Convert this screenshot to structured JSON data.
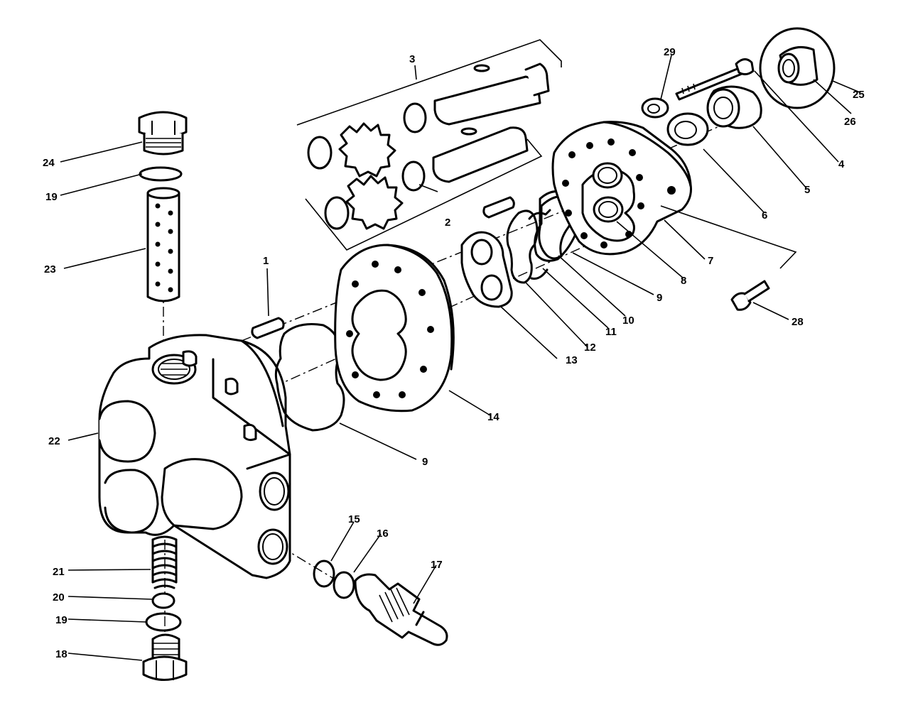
{
  "callouts": {
    "c1": "1",
    "c2": "2",
    "c3": "3",
    "c4": "4",
    "c5": "5",
    "c6": "6",
    "c7": "7",
    "c8": "8",
    "c9a": "9",
    "c9b": "9",
    "c10": "10",
    "c11": "11",
    "c12": "12",
    "c13": "13",
    "c14": "14",
    "c15": "15",
    "c16": "16",
    "c17": "17",
    "c18": "18",
    "c19a": "19",
    "c19b": "19",
    "c20": "20",
    "c21": "21",
    "c22": "22",
    "c23": "23",
    "c24": "24",
    "c25": "25",
    "c26": "26",
    "c28": "28",
    "c29": "29"
  }
}
